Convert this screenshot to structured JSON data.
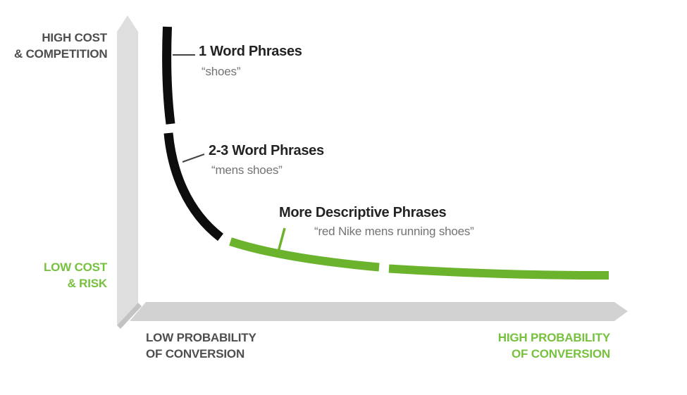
{
  "diagram": {
    "colors": {
      "curve_black": "#0d0d0d",
      "curve_green": "#6cb32d",
      "green_text": "#76c13e",
      "dark_text": "#4e4e4e",
      "leader_dark": "#444444",
      "axis_bar_light": "#dedede",
      "axis_bar": "#d2d2d2",
      "axis_bar_shadow": "#c3c3c3"
    },
    "y_axis": {
      "high_label": [
        "HIGH COST",
        "& COMPETITION"
      ],
      "low_label": [
        "LOW COST",
        "& RISK"
      ]
    },
    "x_axis": {
      "low_label": [
        "LOW PROBABILITY",
        "OF CONVERSION"
      ],
      "high_label": [
        "HIGH PROBABILITY",
        "OF CONVERSION"
      ]
    },
    "annotations": [
      {
        "id": "one-word",
        "title": "1 Word Phrases",
        "example": "“shoes”"
      },
      {
        "id": "two-three-word",
        "title": "2-3 Word Phrases",
        "example": "“mens shoes”"
      },
      {
        "id": "descriptive",
        "title": "More Descriptive Phrases",
        "example": "“red Nike mens running shoes”"
      }
    ]
  }
}
